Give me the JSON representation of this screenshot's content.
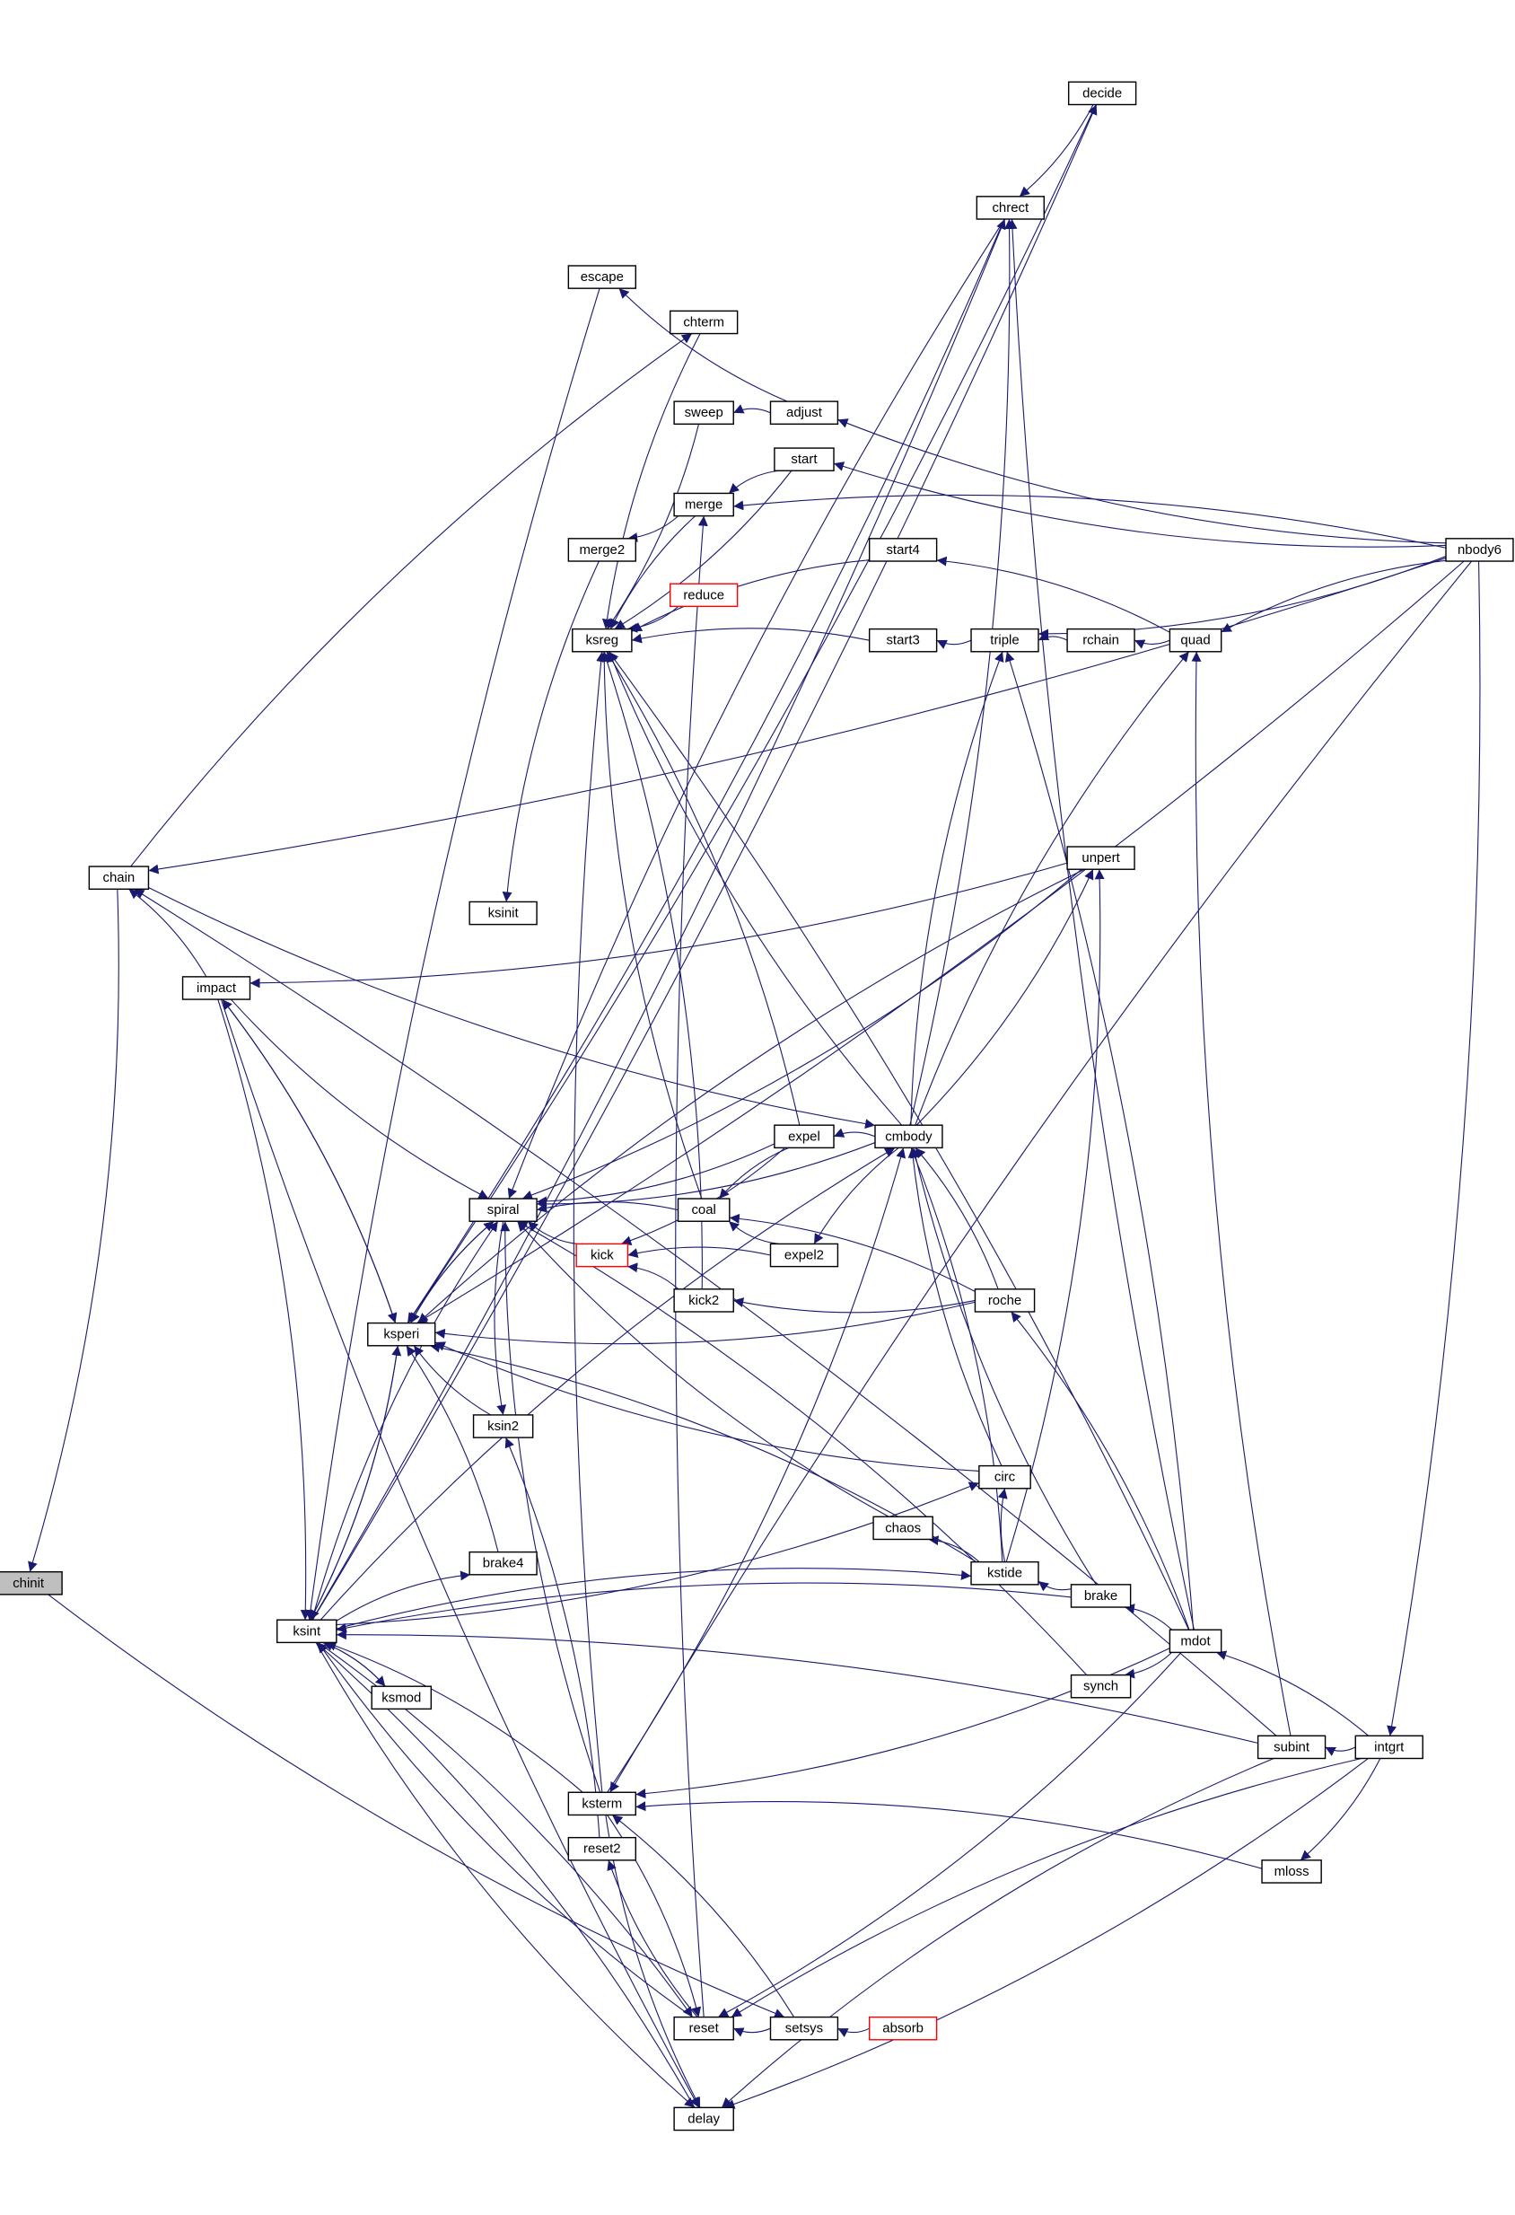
{
  "graph": {
    "root": "chinit",
    "colors": {
      "edge": "#191970",
      "root_fill": "#bfbfbf",
      "truncated_border": "#ff0000",
      "node_border": "#000000"
    },
    "nodes": [
      "chinit",
      "chain",
      "impact",
      "decide",
      "chrect",
      "escape",
      "chterm",
      "sweep",
      "adjust",
      "start",
      "merge",
      "merge2",
      "start4",
      "nbody6",
      "reduce",
      "ksreg",
      "start3",
      "triple",
      "rchain",
      "quad",
      "unpert",
      "ksinit",
      "cmbody",
      "expel",
      "spiral",
      "coal",
      "kick",
      "expel2",
      "kick2",
      "roche",
      "ksperi",
      "ksin2",
      "circ",
      "chaos",
      "kstide",
      "brake4",
      "brake",
      "ksint",
      "mdot",
      "ksmod",
      "synch",
      "subint",
      "intgrt",
      "ksterm",
      "reset2",
      "mloss",
      "reset",
      "setsys",
      "absorb",
      "delay"
    ],
    "truncated_nodes": [
      "reduce",
      "kick",
      "absorb"
    ],
    "edges": [
      [
        "chain",
        "chinit"
      ],
      [
        "impact",
        "chain"
      ],
      [
        "nbody6",
        "chain"
      ],
      [
        "subint",
        "chain"
      ],
      [
        "decide",
        "chrect"
      ],
      [
        "ksint",
        "decide"
      ],
      [
        "decide",
        "ksperi"
      ],
      [
        "ksint",
        "chrect"
      ],
      [
        "chrect",
        "ksperi"
      ],
      [
        "chrect",
        "spiral"
      ],
      [
        "adjust",
        "escape"
      ],
      [
        "escape",
        "ksint"
      ],
      [
        "chain",
        "chterm"
      ],
      [
        "chterm",
        "ksreg"
      ],
      [
        "sweep",
        "ksreg"
      ],
      [
        "adjust",
        "sweep"
      ],
      [
        "nbody6",
        "adjust"
      ],
      [
        "start",
        "merge"
      ],
      [
        "nbody6",
        "start"
      ],
      [
        "nbody6",
        "merge"
      ],
      [
        "merge",
        "merge2"
      ],
      [
        "merge",
        "ksreg"
      ],
      [
        "start",
        "ksreg"
      ],
      [
        "start4",
        "ksreg"
      ],
      [
        "reduce",
        "ksreg"
      ],
      [
        "start3",
        "ksreg"
      ],
      [
        "triple",
        "start3"
      ],
      [
        "rchain",
        "triple"
      ],
      [
        "quad",
        "rchain"
      ],
      [
        "quad",
        "start4"
      ],
      [
        "nbody6",
        "triple"
      ],
      [
        "nbody6",
        "quad"
      ],
      [
        "nbody6",
        "ksperi"
      ],
      [
        "mdot",
        "ksreg"
      ],
      [
        "unpert",
        "impact"
      ],
      [
        "unpert",
        "ksperi"
      ],
      [
        "unpert",
        "spiral"
      ],
      [
        "chain",
        "cmbody"
      ],
      [
        "cmbody",
        "ksreg"
      ],
      [
        "expel",
        "ksreg"
      ],
      [
        "coal",
        "ksreg"
      ],
      [
        "kick2",
        "ksreg"
      ],
      [
        "ksterm",
        "ksreg"
      ],
      [
        "merge2",
        "ksinit"
      ],
      [
        "reset",
        "merge"
      ],
      [
        "cmbody",
        "expel"
      ],
      [
        "expel",
        "spiral"
      ],
      [
        "expel",
        "coal"
      ],
      [
        "expel",
        "kick"
      ],
      [
        "coal",
        "spiral"
      ],
      [
        "expel2",
        "coal"
      ],
      [
        "expel2",
        "kick"
      ],
      [
        "kick",
        "spiral"
      ],
      [
        "kick2",
        "kick"
      ],
      [
        "roche",
        "kick2"
      ],
      [
        "roche",
        "coal"
      ],
      [
        "roche",
        "ksperi"
      ],
      [
        "roche",
        "cmbody"
      ],
      [
        "cmbody",
        "spiral"
      ],
      [
        "cmbody",
        "chrect"
      ],
      [
        "cmbody",
        "triple"
      ],
      [
        "cmbody",
        "unpert"
      ],
      [
        "cmbody",
        "quad"
      ],
      [
        "cmbody",
        "expel2"
      ],
      [
        "circ",
        "cmbody"
      ],
      [
        "kstide",
        "cmbody"
      ],
      [
        "brake",
        "cmbody"
      ],
      [
        "kstide",
        "unpert"
      ],
      [
        "kstide",
        "circ"
      ],
      [
        "kstide",
        "chaos"
      ],
      [
        "brake",
        "kstide"
      ],
      [
        "mdot",
        "brake"
      ],
      [
        "mdot",
        "synch"
      ],
      [
        "mdot",
        "roche"
      ],
      [
        "mdot",
        "chrect"
      ],
      [
        "mdot",
        "triple"
      ],
      [
        "chaos",
        "spiral"
      ],
      [
        "synch",
        "spiral"
      ],
      [
        "circ",
        "ksperi"
      ],
      [
        "kstide",
        "ksperi"
      ],
      [
        "ksint",
        "kstide"
      ],
      [
        "ksint",
        "circ"
      ],
      [
        "ksint",
        "cmbody"
      ],
      [
        "brake",
        "ksint"
      ],
      [
        "ksint",
        "brake4"
      ],
      [
        "brake4",
        "ksperi"
      ],
      [
        "ksint",
        "ksmod"
      ],
      [
        "ksmod",
        "ksint"
      ],
      [
        "ksperi",
        "ksint"
      ],
      [
        "ksint",
        "ksperi"
      ],
      [
        "ksin2",
        "ksperi"
      ],
      [
        "spiral",
        "ksin2"
      ],
      [
        "impact",
        "ksperi"
      ],
      [
        "impact",
        "spiral"
      ],
      [
        "ksint",
        "spiral"
      ],
      [
        "spiral",
        "ksperi"
      ],
      [
        "ksperi",
        "spiral"
      ],
      [
        "ksterm",
        "ksint"
      ],
      [
        "mdot",
        "ksterm"
      ],
      [
        "mloss",
        "ksterm"
      ],
      [
        "intgrt",
        "mloss"
      ],
      [
        "intgrt",
        "mdot"
      ],
      [
        "intgrt",
        "subint"
      ],
      [
        "subint",
        "ksint"
      ],
      [
        "reset",
        "ksint"
      ],
      [
        "delay",
        "ksint"
      ],
      [
        "ksint",
        "reset"
      ],
      [
        "ksint",
        "delay"
      ],
      [
        "ksterm",
        "reset"
      ],
      [
        "ksterm",
        "delay"
      ],
      [
        "reset",
        "reset2"
      ],
      [
        "reset2",
        "ksin2"
      ],
      [
        "setsys",
        "reset"
      ],
      [
        "setsys",
        "ksterm"
      ],
      [
        "absorb",
        "setsys"
      ],
      [
        "chinit",
        "setsys"
      ],
      [
        "mdot",
        "reset"
      ],
      [
        "intgrt",
        "reset"
      ],
      [
        "intgrt",
        "delay"
      ],
      [
        "subint",
        "delay"
      ],
      [
        "nbody6",
        "intgrt"
      ],
      [
        "nbody6",
        "ksterm"
      ],
      [
        "subint",
        "quad"
      ],
      [
        "ksterm",
        "cmbody"
      ],
      [
        "ksterm",
        "spiral"
      ],
      [
        "impact",
        "delay"
      ],
      [
        "impact",
        "ksint"
      ],
      [
        "ksperi",
        "impact"
      ]
    ]
  }
}
